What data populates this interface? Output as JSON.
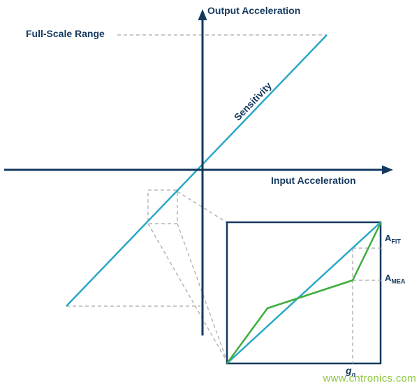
{
  "colors": {
    "navy": "#14395e",
    "cyan": "#2aa7c8",
    "green": "#3ead3c",
    "gray_dash": "#b5b5b5",
    "watermark": "#8dc63f"
  },
  "labels": {
    "y_axis": "Output Acceleration",
    "x_axis": "Input Acceleration",
    "full_scale": "Full-Scale Range",
    "sensitivity": "Sensitivity",
    "a_fit_main": "A",
    "a_fit_sub": "FIT",
    "a_mea_main": "A",
    "a_mea_sub": "MEA",
    "g_main": "g",
    "g_sub": "n",
    "watermark": "www.cntronics.com"
  },
  "figure": {
    "type": "conceptual-diagram",
    "description": "Accelerometer transfer function: output vs input acceleration with sensitivity slope, full-scale range, and inset magnifying nonlinearity near zero showing best-fit line (A_FIT) vs measured curve (A_MEA) at input g_n"
  }
}
